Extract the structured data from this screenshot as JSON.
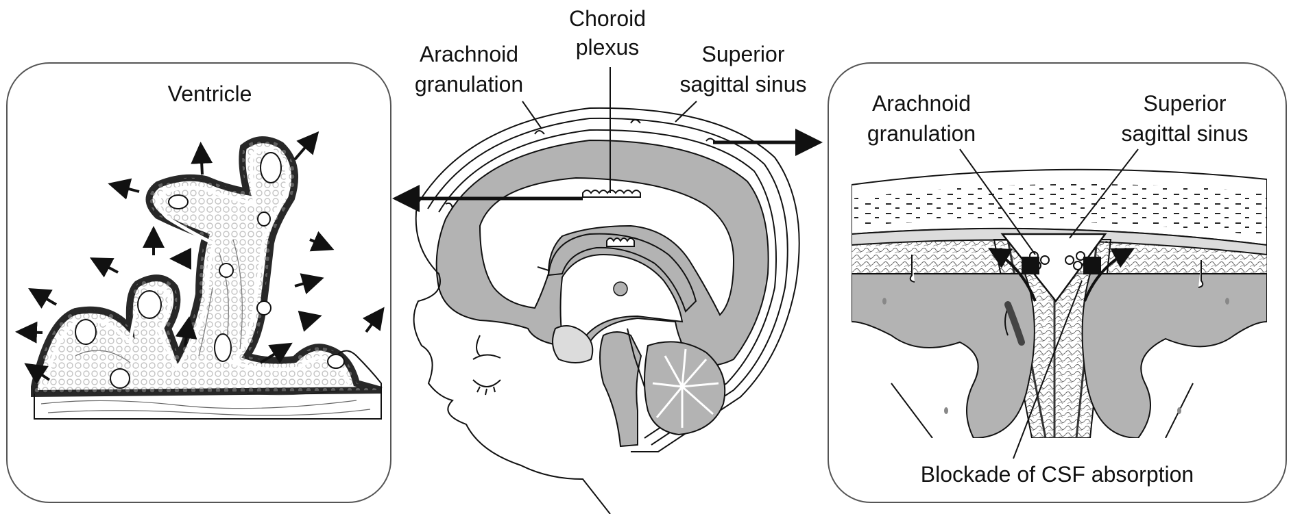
{
  "left_panel": {
    "title": "Ventricle"
  },
  "center": {
    "choroid_plexus": [
      "Choroid",
      "plexus"
    ],
    "arachnoid_granulation": [
      "Arachnoid",
      "granulation"
    ],
    "superior_sagittal_sinus": [
      "Superior",
      "sagittal sinus"
    ]
  },
  "right_panel": {
    "arachnoid_granulation": [
      "Arachnoid",
      "granulation"
    ],
    "superior_sagittal_sinus": [
      "Superior",
      "sagittal sinus"
    ],
    "blockade": "Blockade of CSF absorption"
  },
  "colors": {
    "tissue_gray": "#b3b3b3",
    "light_gray": "#dcdcdc",
    "line": "#111111"
  }
}
